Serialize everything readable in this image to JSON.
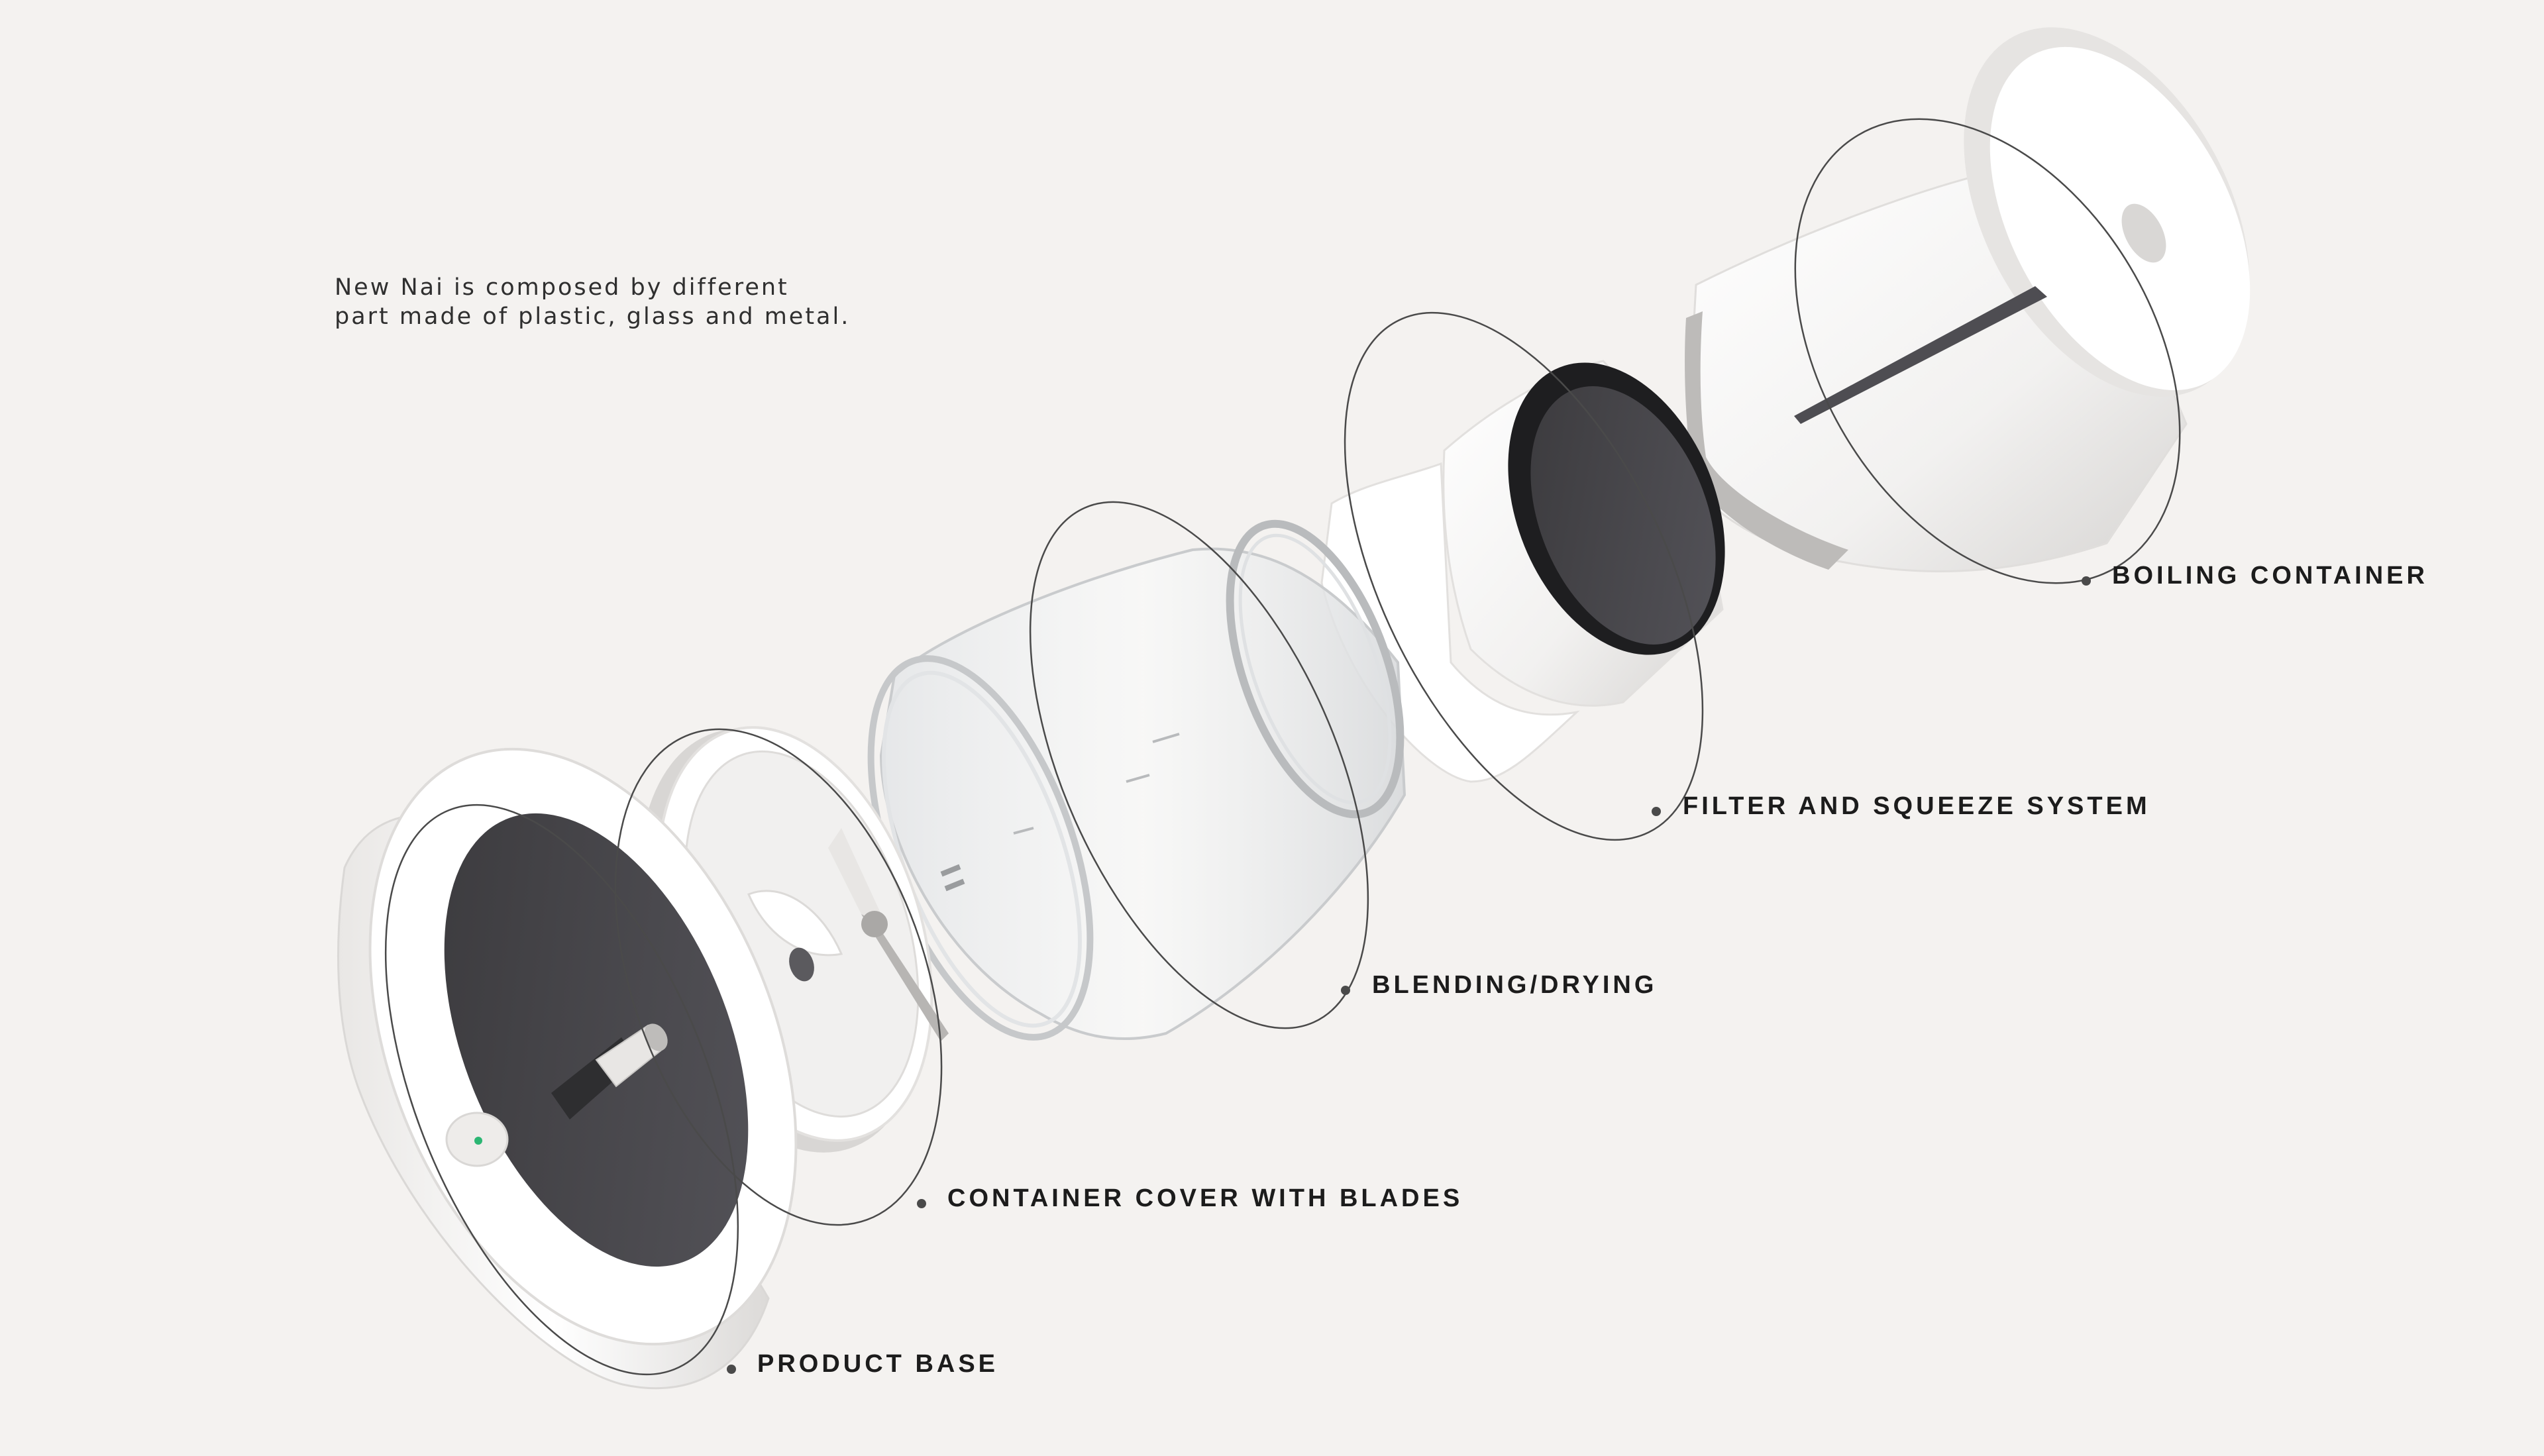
{
  "intro": {
    "text": "New Nai is composed by different part made of plastic, glass and metal."
  },
  "components": [
    {
      "id": "boiling",
      "label": "BOILING CONTAINER"
    },
    {
      "id": "filter",
      "label": "FILTER AND SQUEEZE SYSTEM"
    },
    {
      "id": "blending",
      "label": "BLENDING/DRYING"
    },
    {
      "id": "cover",
      "label": "CONTAINER COVER WITH BLADES"
    },
    {
      "id": "base",
      "label": "PRODUCT BASE"
    }
  ],
  "colors": {
    "background": "#f4f2f0",
    "plastic_white": "#ffffff",
    "shadow_grey": "#d9d7d5",
    "dark_inner": "#48474a",
    "leader_line": "#4a4a4a",
    "indicator_green": "#2bb673"
  }
}
